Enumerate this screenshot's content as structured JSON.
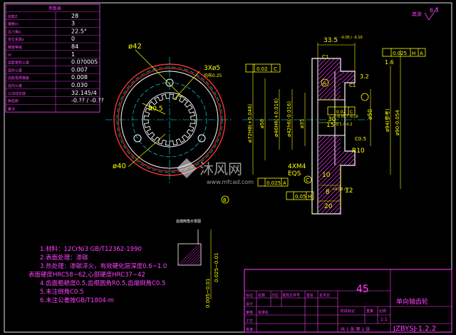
{
  "colors": {
    "background": "#000000",
    "frame": "#e0e0e0",
    "outline": "#ffffff",
    "dimension": "#ffff00",
    "text_magenta": "#ff40ff",
    "text_yellow": "#ffff00",
    "teeth": "#ff3030",
    "center": "#00ffff",
    "hatch": "#ff40ff",
    "table_border": "#ff40ff",
    "watermark": "#ffffff"
  },
  "params_table": {
    "header": "参数表",
    "rows": [
      {
        "label": "齿数Z",
        "value": "28"
      },
      {
        "label": "模数m",
        "value": "3"
      },
      {
        "label": "压力角α",
        "value": "22.5°"
      },
      {
        "label": "变位系数x",
        "value": "0"
      },
      {
        "label": "精度等级",
        "value": "84"
      },
      {
        "label": "hf",
        "value": "1"
      },
      {
        "label": "齿距累积公差",
        "value": "0.0?0005"
      },
      {
        "label": "齿形公差",
        "value": "0.007"
      },
      {
        "label": "齿距极限偏差",
        "value": "0.008"
      },
      {
        "label": "齿向公差",
        "value": "0.030"
      },
      {
        "label": "公法线长度",
        "value": "32.145/4"
      },
      {
        "label": "跨齿数",
        "value": "-0.?? / -0.??"
      },
      {
        "label": "备注",
        "value": ""
      }
    ]
  },
  "front_view": {
    "dim_outer": "ø42",
    "dim_inner": "ø40",
    "dim_r": "R0.5",
    "dim_holes": "3Xø5",
    "dim_holes_tol": "均布0.25"
  },
  "section_view": {
    "dim_33_5": "33.5",
    "dim_33_5_tol": "-0.05 / -0.10",
    "c1": "C1",
    "gtol_top": "0.025",
    "gtol_top_ref1": "H",
    "gtol_top_ref2": "A",
    "gtol_left": "0.02",
    "gtol_left_ref": "C",
    "gtol_mid": "0.02",
    "gtol_mid_ref": "C",
    "dim_1_6": "1.6",
    "dim_3_2": "3.2",
    "dim_chamfer": "C1",
    "label_a": "A",
    "label_b": "B",
    "label_c": "C",
    "dim_30": "30",
    "dim_30_tol": "-0.05 / -0.10",
    "dim_15": "15",
    "dim_15_tol": "-0.1 / -0.2",
    "dim_0_5": "C0.5",
    "dim_r10": "R10",
    "dim_phi50": "ø50",
    "dim_phi94": "ø94(参考)",
    "dim_phi90": "ø90-0.054",
    "dim_phi72": "ø72H8(+0.046)",
    "dim_phi58": "ø58",
    "dim_phi46": "ø46H6(+0.016)",
    "dim_phi42": "ø42h6(-0.016)",
    "dim_phi35": "ø35",
    "dim_4xm4": "4XM4",
    "dim_eqs": "EQS",
    "gtol_bottom": "0.025",
    "gtol_bottom_ref": "A",
    "gtol_bottom2": "0.05",
    "gtol_bottom2_ref": "H",
    "dim_8": "8",
    "dim_8_tol": "+0.08 / 0",
    "dim_10": "10",
    "dim_12": "12",
    "dim_20": "20",
    "roughness": "6.3",
    "roughness_note": "其余"
  },
  "detail": {
    "title": "齿端倒角示意图",
    "dim_a": "0.025~0.01",
    "dim_b": "0.005~0.01"
  },
  "notes": [
    "1.材料：12CrNi3 GB/T12362-1990",
    "2.表面处理：渗碳",
    "3.热处理：渗碳淬火，有效硬化层深度0.6~1.0",
    "表面硬度HRC58~62,心部硬度HRC37~42",
    "4.齿面粗糙度0.5,齿根圆角R0.5,齿端倒角C0.5",
    "5.未注倒角C0.5",
    "6.未注公差按GB/T1804-m"
  ],
  "title_block": {
    "material": "45",
    "part_name": "单向轴齿轮",
    "drawing_no": "JZBYSJ-1.2.2",
    "scale": "1:1",
    "cells": [
      "标记",
      "处数",
      "分区",
      "更改文件号",
      "签名",
      "年月日",
      "设计",
      "审核",
      "工艺",
      "批准",
      "标准化",
      "阶段标记",
      "重量",
      "比例"
    ],
    "sheet": "共 1 张  第 1 张"
  },
  "watermark": {
    "brand": "沐风网",
    "url": "www.mfcad.com"
  }
}
